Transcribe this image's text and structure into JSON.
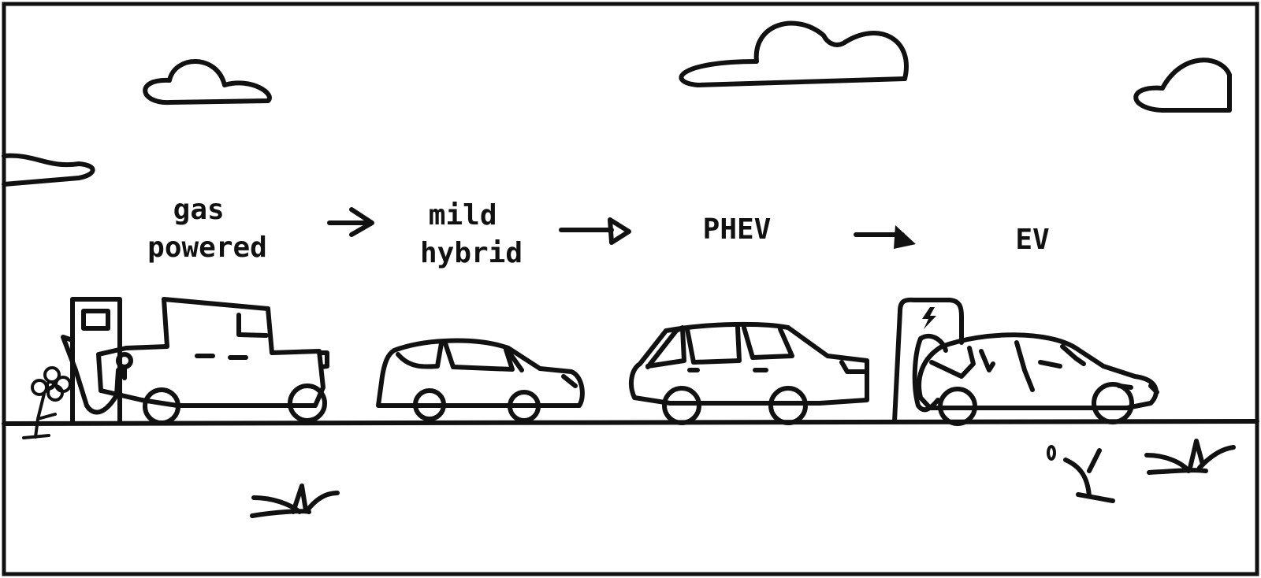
{
  "stages": [
    {
      "id": "gas",
      "lines": [
        "gas",
        "powered"
      ]
    },
    {
      "id": "mild",
      "lines": [
        "mild",
        "hybrid"
      ]
    },
    {
      "id": "phev",
      "lines": [
        "PHEV"
      ]
    },
    {
      "id": "ev",
      "lines": [
        "EV"
      ]
    }
  ],
  "palette": {
    "ink": "#111111",
    "paper": "#ffffff"
  }
}
